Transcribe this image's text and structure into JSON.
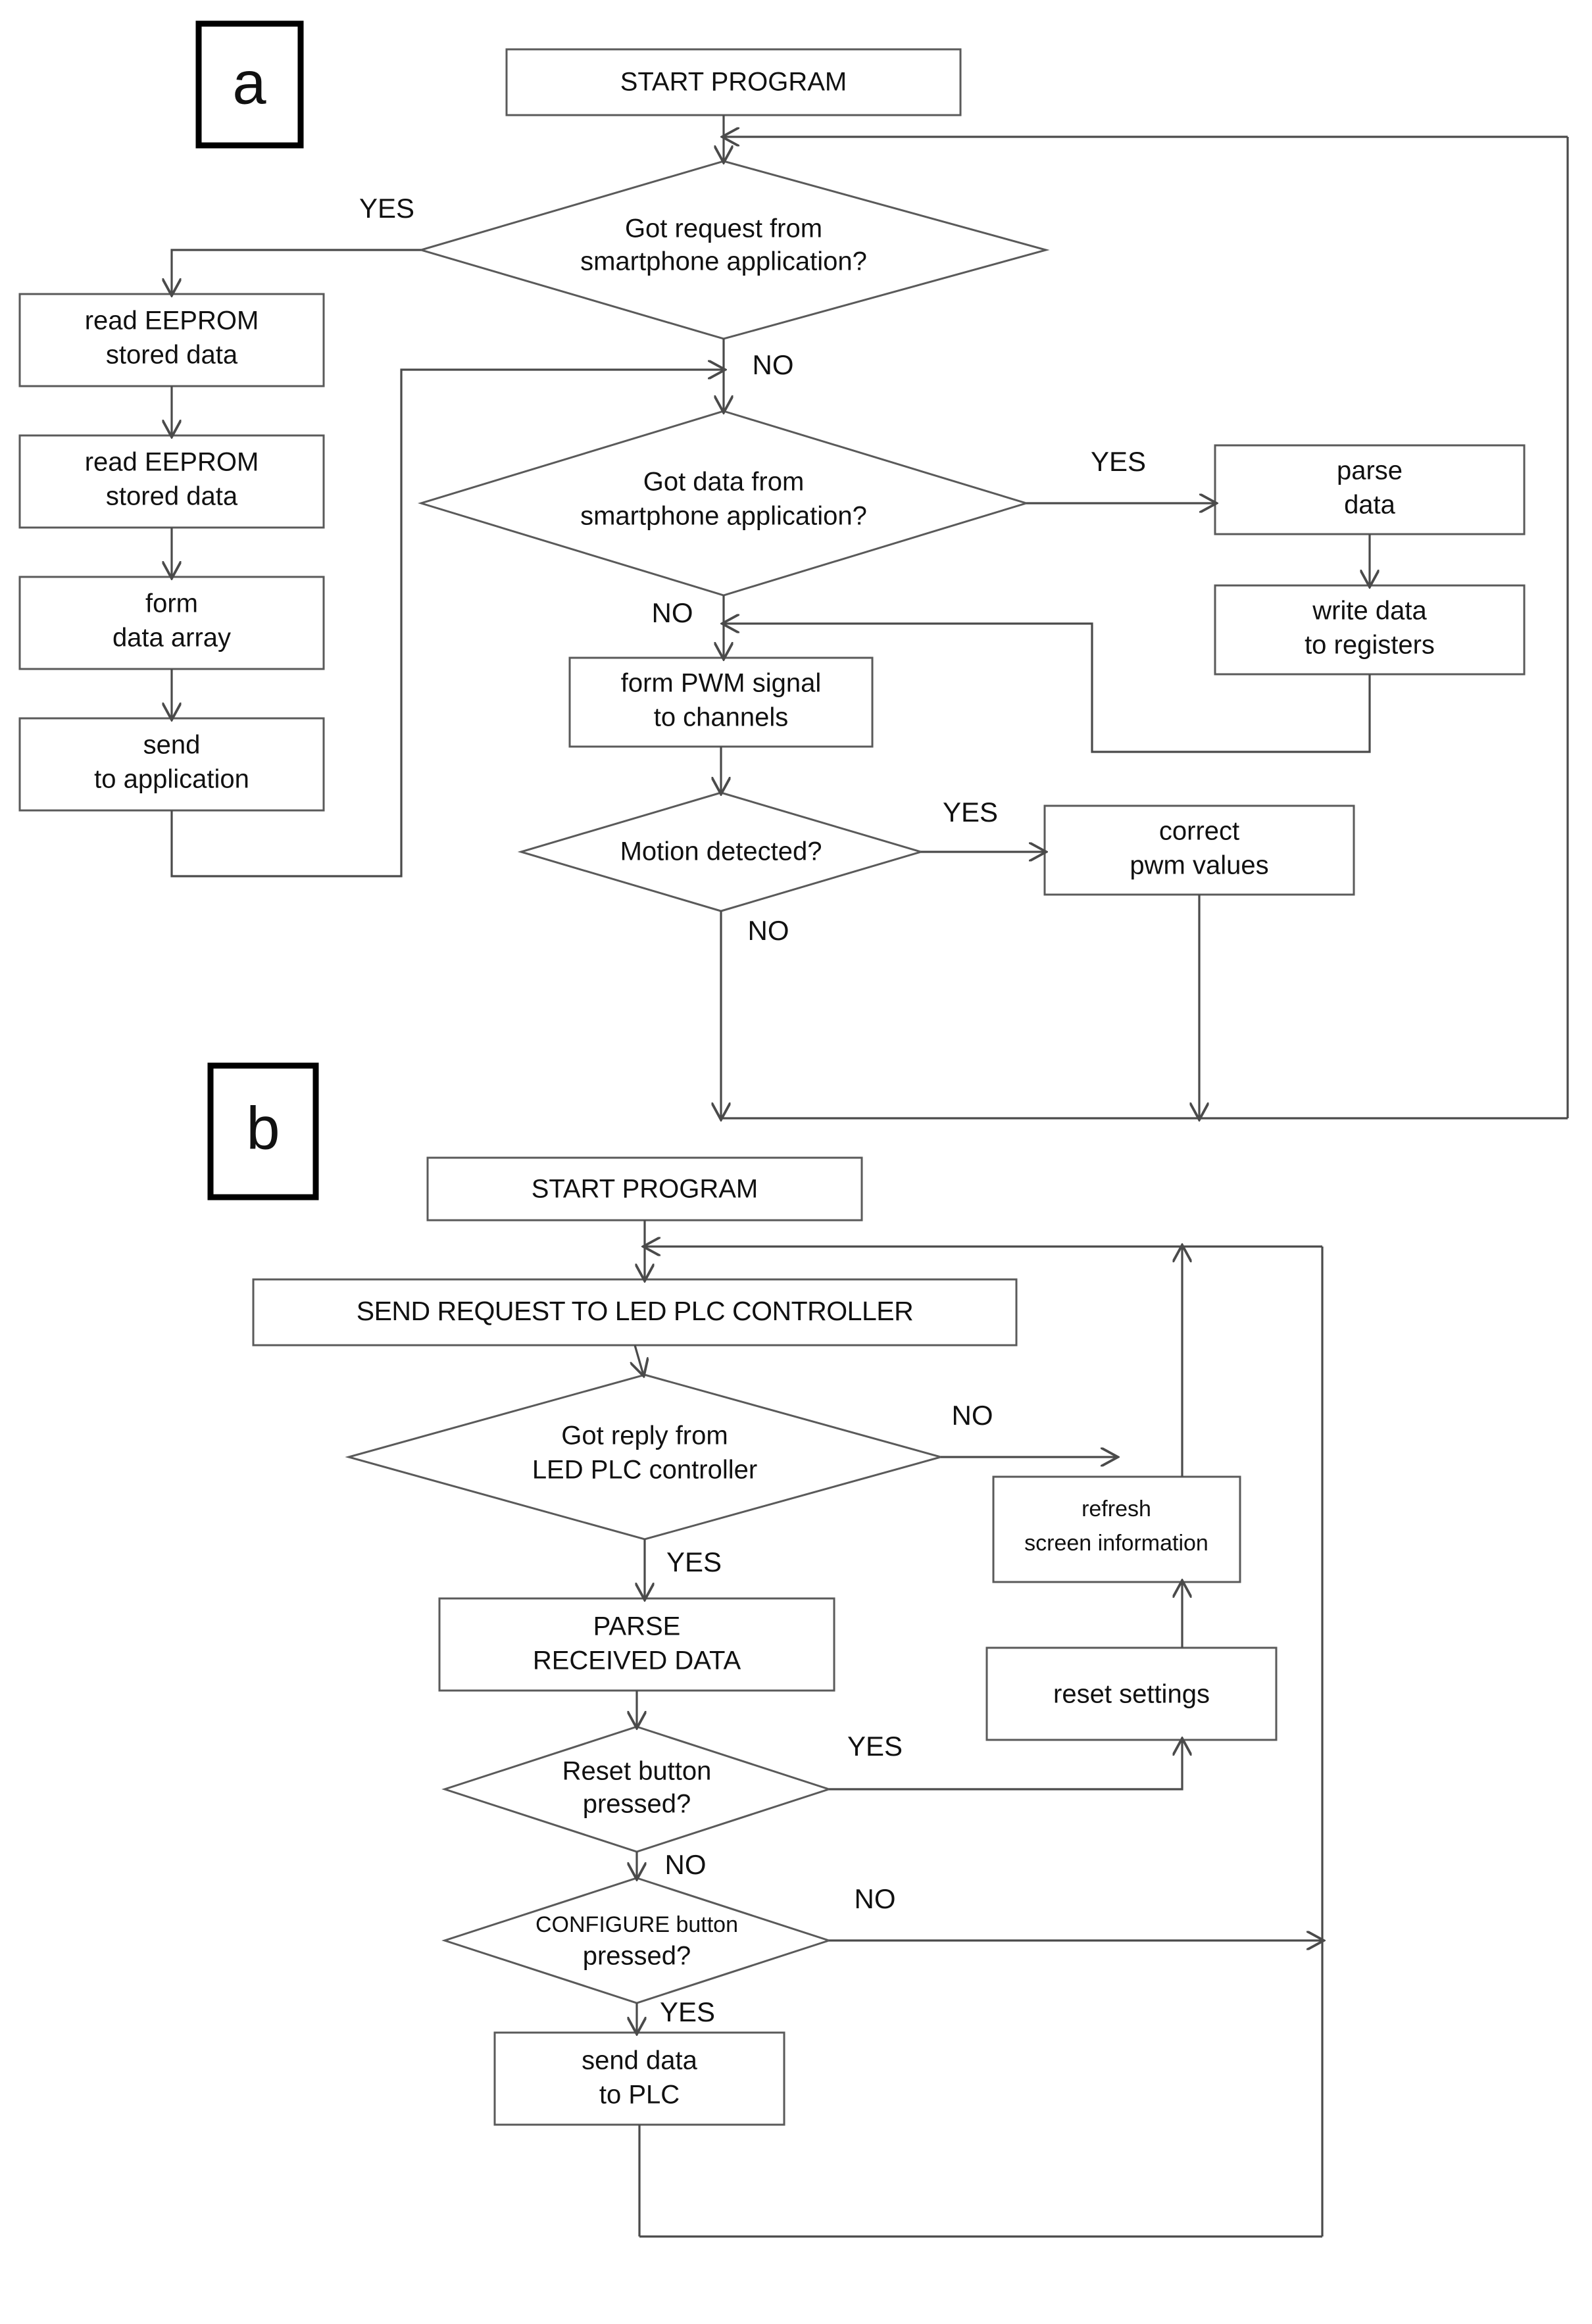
{
  "diagram": {
    "title_a": "a",
    "title_b": "b",
    "panel_a": {
      "nodes": {
        "start": "START PROGRAM",
        "decision_request": "Got request from\nsmartphone application?",
        "read_eeprom_1_line1": "read EEPROM",
        "read_eeprom_1_line2": "stored data",
        "read_eeprom_2_line1": "read EEPROM",
        "read_eeprom_2_line2": "stored data",
        "form_array_line1": "form",
        "form_array_line2": "data array",
        "send_app_line1": "send",
        "send_app_line2": "to application",
        "decision_data_line1": "Got data from",
        "decision_data_line2": "smartphone application?",
        "parse_data_line1": "parse",
        "parse_data_line2": "data",
        "write_registers_line1": "write data",
        "write_registers_line2": "to registers",
        "form_pwm_line1": "form PWM signal",
        "form_pwm_line2": "to channels",
        "decision_motion": "Motion detected?",
        "correct_pwm_line1": "correct",
        "correct_pwm_line2": "pwm values"
      },
      "edge_labels": {
        "request_yes": "YES",
        "request_no": "NO",
        "data_yes": "YES",
        "data_no": "NO",
        "motion_yes": "YES",
        "motion_no": "NO"
      }
    },
    "panel_b": {
      "nodes": {
        "start": "START PROGRAM",
        "send_request": "SEND REQUEST TO LED PLC CONTROLLER",
        "decision_reply_line1": "Got reply from",
        "decision_reply_line2": "LED PLC controller",
        "parse_received_line1": "PARSE",
        "parse_received_line2": "RECEIVED DATA",
        "decision_reset_line1": "Reset button",
        "decision_reset_line2": "pressed?",
        "decision_configure_line1": "CONFIGURE button",
        "decision_configure_line2": "pressed?",
        "refresh_screen_line1": "refresh",
        "refresh_screen_line2": "screen information",
        "reset_settings": "reset settings",
        "send_plc_line1": "send data",
        "send_plc_line2": "to PLC"
      },
      "edge_labels": {
        "reply_no": "NO",
        "reply_yes": "YES",
        "reset_yes": "YES",
        "reset_no": "NO",
        "configure_no": "NO",
        "configure_yes": "YES"
      }
    }
  },
  "colors": {
    "background": "#ffffff",
    "node_stroke": "#5a5a5a",
    "node_stroke_dark": "#000000",
    "edge_stroke": "#4a4a4a",
    "text": "#111111"
  }
}
